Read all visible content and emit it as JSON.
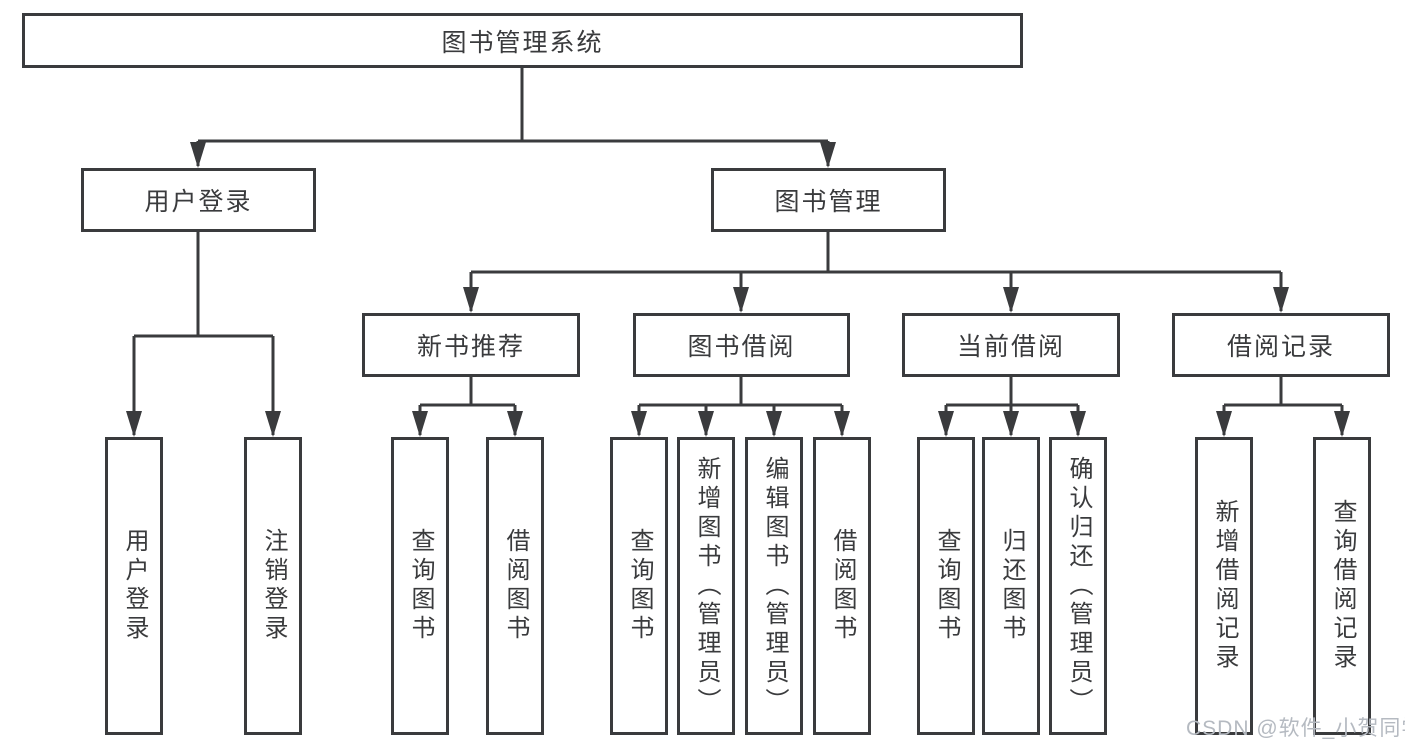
{
  "diagram": {
    "title": "图书管理系统",
    "colors": {
      "line": "#3a3b3d",
      "box_background": "#ffffff",
      "text": "#3a3b3d",
      "watermark": "#b5bac1"
    },
    "nodes": {
      "root": {
        "label": "图书管理系统"
      },
      "user_login": {
        "label": "用户登录"
      },
      "book_management": {
        "label": "图书管理"
      },
      "new_book_recommend": {
        "label": "新书推荐"
      },
      "book_borrow": {
        "label": "图书借阅"
      },
      "current_borrow": {
        "label": "当前借阅"
      },
      "borrow_records": {
        "label": "借阅记录"
      },
      "leaves": {
        "user_login": [
          "用户登录",
          "注销登录"
        ],
        "new_book_recommend": [
          "查询图书",
          "借阅图书"
        ],
        "book_borrow": [
          "查询图书",
          "新增图书（管理员）",
          "编辑图书（管理员）",
          "借阅图书"
        ],
        "current_borrow": [
          "查询图书",
          "归还图书",
          "确认归还（管理员）"
        ],
        "borrow_records": [
          "新增借阅记录",
          "查询借阅记录"
        ]
      }
    },
    "watermark": "CSDN @软件_小贺同学"
  }
}
